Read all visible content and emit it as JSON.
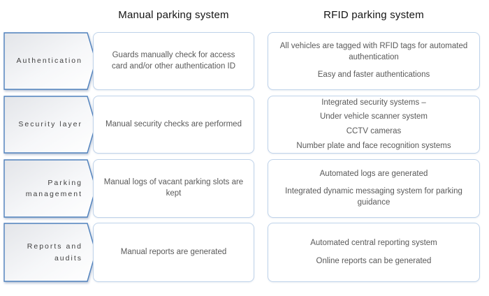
{
  "headers": {
    "manual": "Manual parking system",
    "rfid": "RFID parking system"
  },
  "rows": [
    {
      "label": "Authentication",
      "manual": [
        "Guards manually check for access card and/or other authentication ID"
      ],
      "rfid": [
        "All vehicles are tagged with RFID tags for automated authentication",
        "Easy and faster authentications"
      ]
    },
    {
      "label": "Security layer",
      "manual": [
        "Manual security checks are performed"
      ],
      "rfid": [
        "Integrated security systems –",
        "Under vehicle scanner system",
        "CCTV cameras",
        "Number plate and face recognition systems"
      ]
    },
    {
      "label": "Parking management",
      "manual": [
        "Manual logs of vacant parking slots are kept"
      ],
      "rfid": [
        "Automated logs are generated",
        "Integrated dynamic messaging system for parking guidance"
      ]
    },
    {
      "label": "Reports and audits",
      "manual": [
        "Manual reports are generated"
      ],
      "rfid": [
        "Automated central reporting system",
        "Online reports can be generated"
      ]
    }
  ],
  "colors": {
    "arrow_border": "#4f81bd",
    "box_border": "#bfd3ea",
    "body_text": "#595959",
    "label_text": "#3f3f3f",
    "header_text": "#141414"
  }
}
